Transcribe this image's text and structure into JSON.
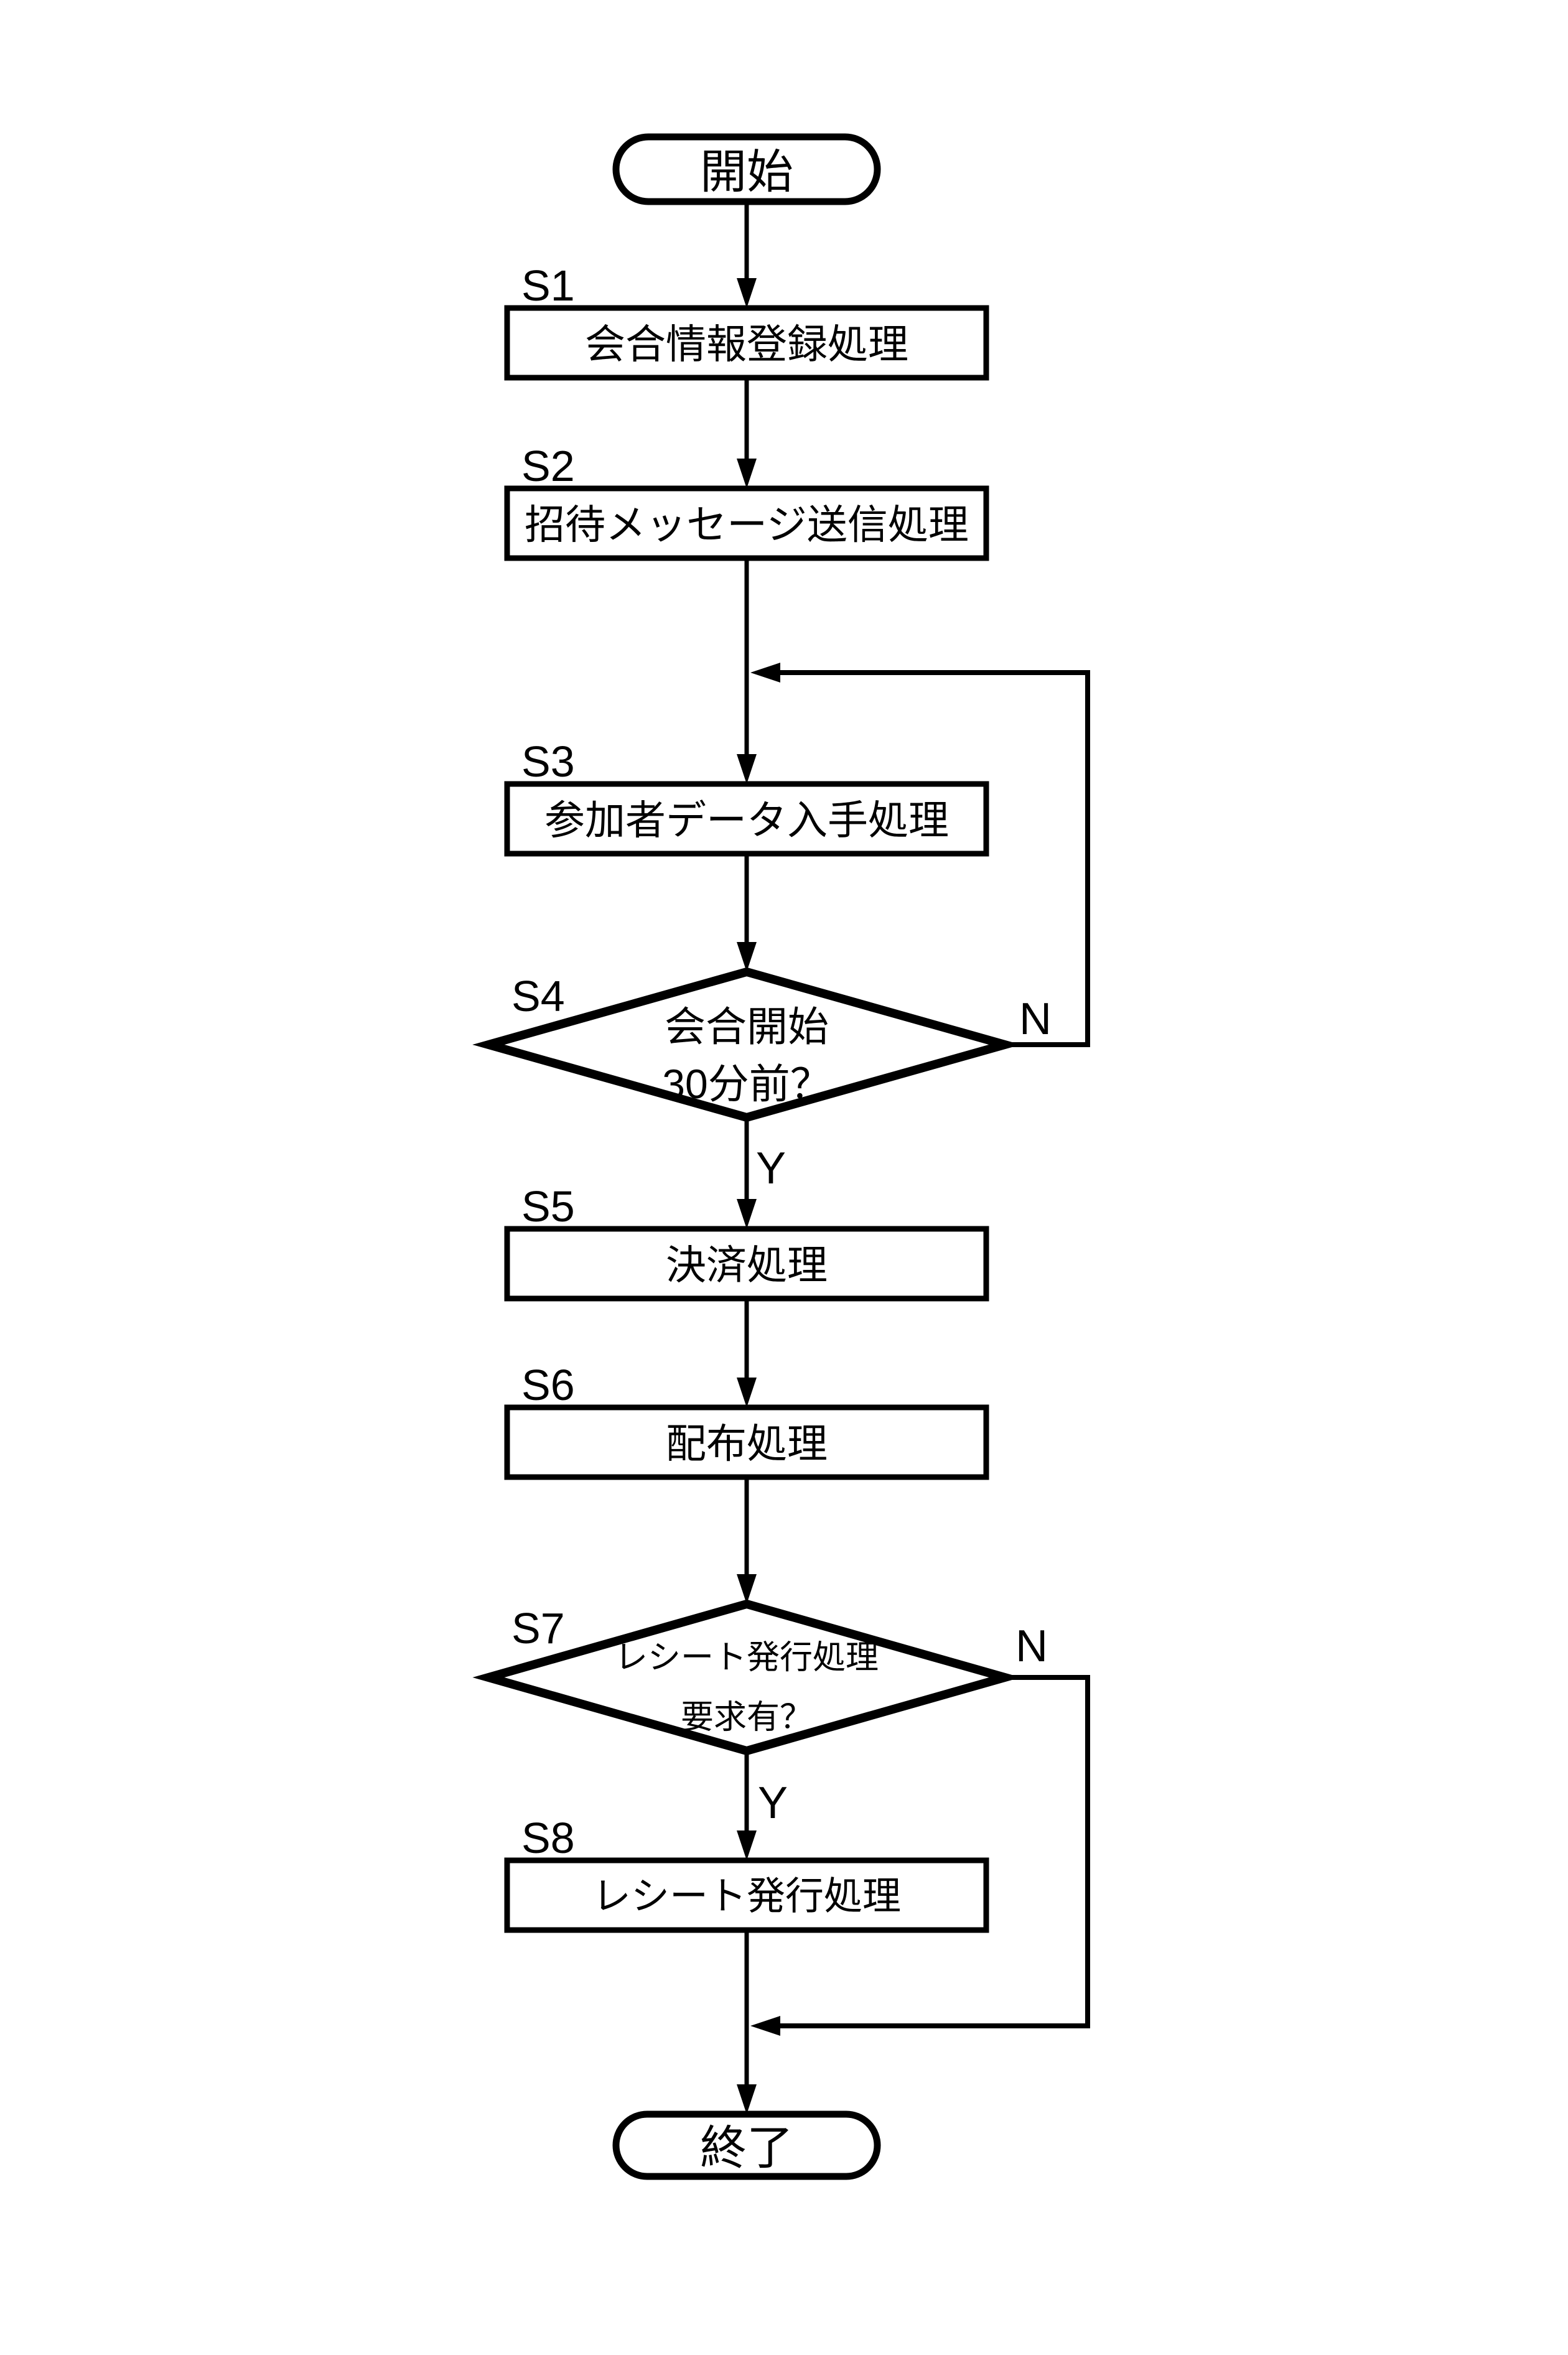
{
  "figure": {
    "type": "flowchart",
    "background_color": "#ffffff",
    "line_color": "#000000",
    "start": {
      "label": "開始"
    },
    "end": {
      "label": "終了"
    },
    "steps": [
      {
        "id": "S1",
        "type": "process",
        "label": "会合情報登録処理"
      },
      {
        "id": "S2",
        "type": "process",
        "label": "招待メッセージ送信処理"
      },
      {
        "id": "S3",
        "type": "process",
        "label": "参加者データ入手処理"
      },
      {
        "id": "S4",
        "type": "decision",
        "label_line1": "会合開始",
        "label_line2": "30分前？",
        "branch_yes": "Y",
        "branch_no": "N"
      },
      {
        "id": "S5",
        "type": "process",
        "label": "決済処理"
      },
      {
        "id": "S6",
        "type": "process",
        "label": "配布処理"
      },
      {
        "id": "S7",
        "type": "decision",
        "label_line1": "レシート発行処理",
        "label_line2": "要求有？",
        "branch_yes": "Y",
        "branch_no": "N"
      },
      {
        "id": "S8",
        "type": "process",
        "label": "レシート発行処理"
      }
    ],
    "edges": [
      {
        "from": "start",
        "to": "S1"
      },
      {
        "from": "S1",
        "to": "S2"
      },
      {
        "from": "S2",
        "to": "S3"
      },
      {
        "from": "S3",
        "to": "S4"
      },
      {
        "from": "S4",
        "to": "S5",
        "condition": "Y"
      },
      {
        "from": "S4",
        "to": "S3",
        "condition": "N"
      },
      {
        "from": "S5",
        "to": "S6"
      },
      {
        "from": "S6",
        "to": "S7"
      },
      {
        "from": "S7",
        "to": "S8",
        "condition": "Y"
      },
      {
        "from": "S7",
        "to": "end",
        "condition": "N"
      },
      {
        "from": "S8",
        "to": "end"
      }
    ]
  }
}
